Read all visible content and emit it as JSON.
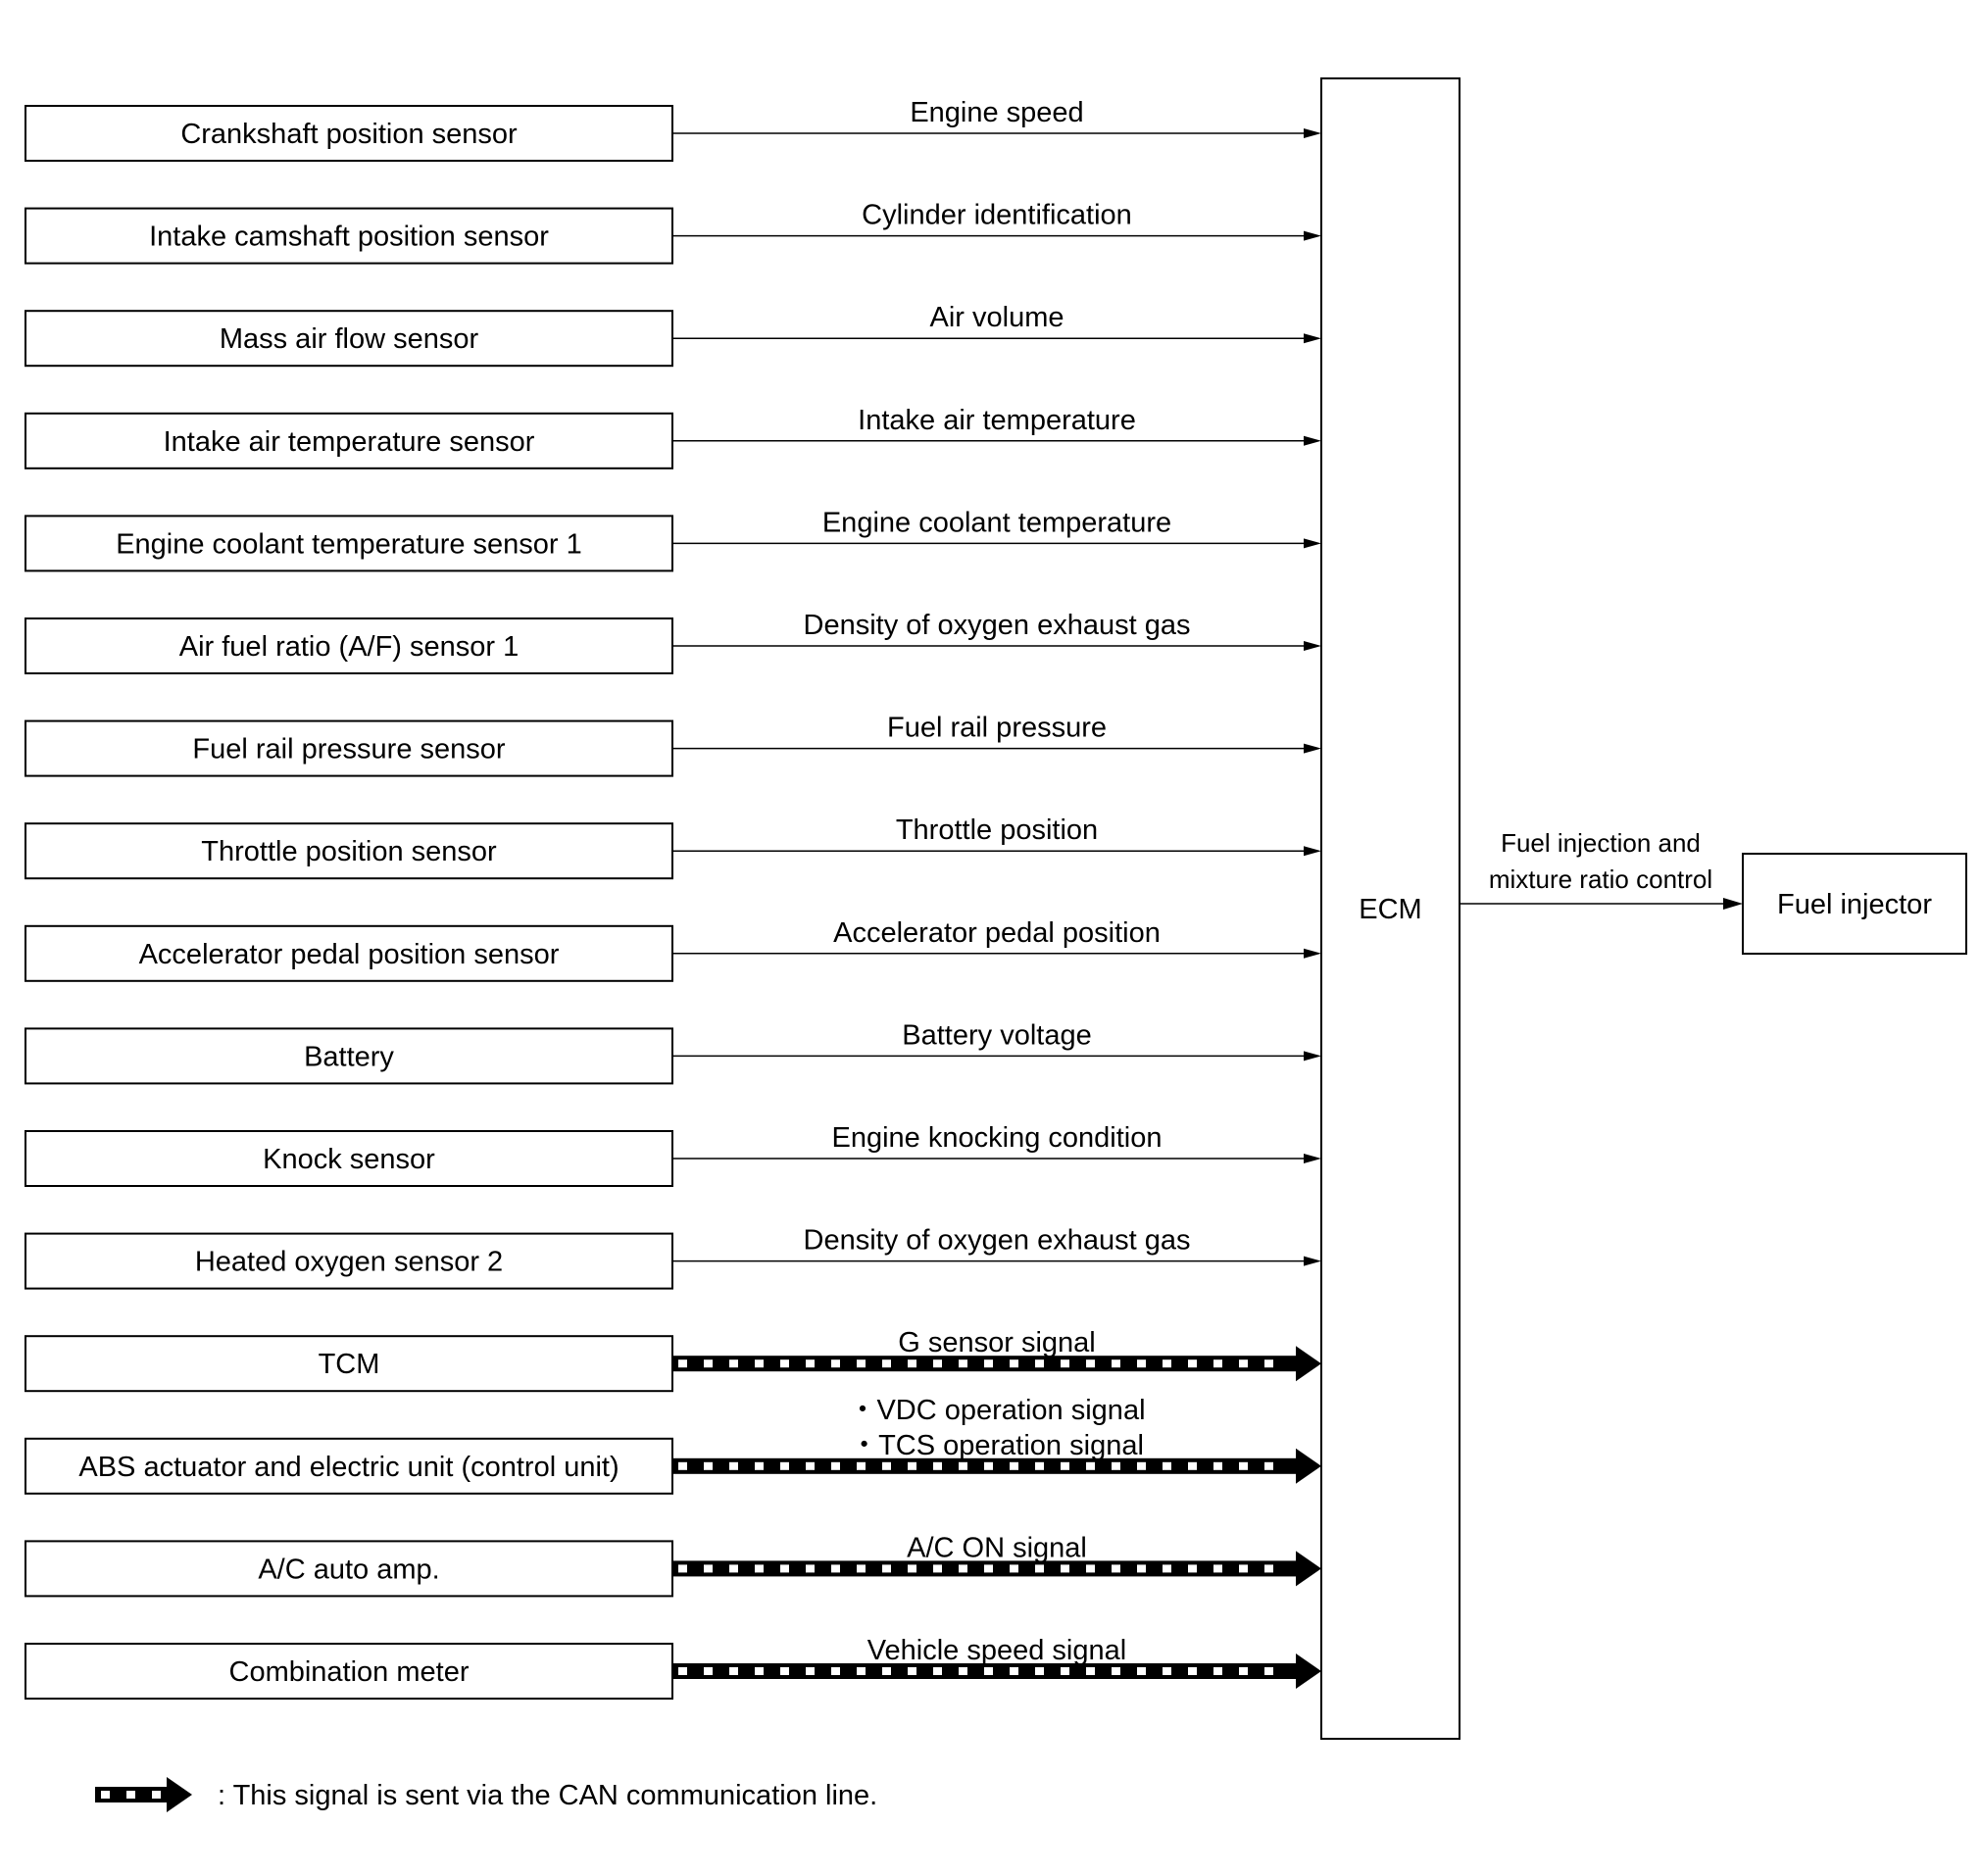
{
  "inputs": [
    {
      "source": "Crankshaft position sensor",
      "signal": [
        "Engine speed"
      ],
      "can": false
    },
    {
      "source": "Intake camshaft position sensor",
      "signal": [
        "Cylinder identification"
      ],
      "can": false
    },
    {
      "source": "Mass air flow sensor",
      "signal": [
        "Air volume"
      ],
      "can": false
    },
    {
      "source": "Intake air temperature sensor",
      "signal": [
        "Intake air temperature"
      ],
      "can": false
    },
    {
      "source": "Engine coolant temperature sensor 1",
      "signal": [
        "Engine coolant temperature"
      ],
      "can": false
    },
    {
      "source": "Air fuel ratio (A/F) sensor 1",
      "signal": [
        "Density of oxygen exhaust gas"
      ],
      "can": false
    },
    {
      "source": "Fuel rail pressure sensor",
      "signal": [
        "Fuel rail pressure"
      ],
      "can": false
    },
    {
      "source": "Throttle position sensor",
      "signal": [
        "Throttle position"
      ],
      "can": false
    },
    {
      "source": "Accelerator pedal position sensor",
      "signal": [
        "Accelerator pedal position"
      ],
      "can": false
    },
    {
      "source": "Battery",
      "signal": [
        "Battery voltage"
      ],
      "can": false
    },
    {
      "source": "Knock sensor",
      "signal": [
        "Engine knocking condition"
      ],
      "can": false
    },
    {
      "source": "Heated oxygen sensor 2",
      "signal": [
        "Density of oxygen exhaust gas"
      ],
      "can": false
    },
    {
      "source": "TCM",
      "signal": [
        "G sensor signal"
      ],
      "can": true
    },
    {
      "source": "ABS actuator and electric unit (control unit)",
      "signal": [
        "・VDC operation signal",
        "・TCS operation signal"
      ],
      "can": true
    },
    {
      "source": "A/C auto amp.",
      "signal": [
        "A/C ON signal"
      ],
      "can": true
    },
    {
      "source": "Combination meter",
      "signal": [
        "Vehicle speed signal"
      ],
      "can": true
    }
  ],
  "ecm": {
    "label": "ECM"
  },
  "output": {
    "signal": [
      "Fuel injection and",
      "mixture ratio control"
    ],
    "target": "Fuel injector"
  },
  "legend": {
    "text": ": This signal is sent via the CAN communication line."
  }
}
